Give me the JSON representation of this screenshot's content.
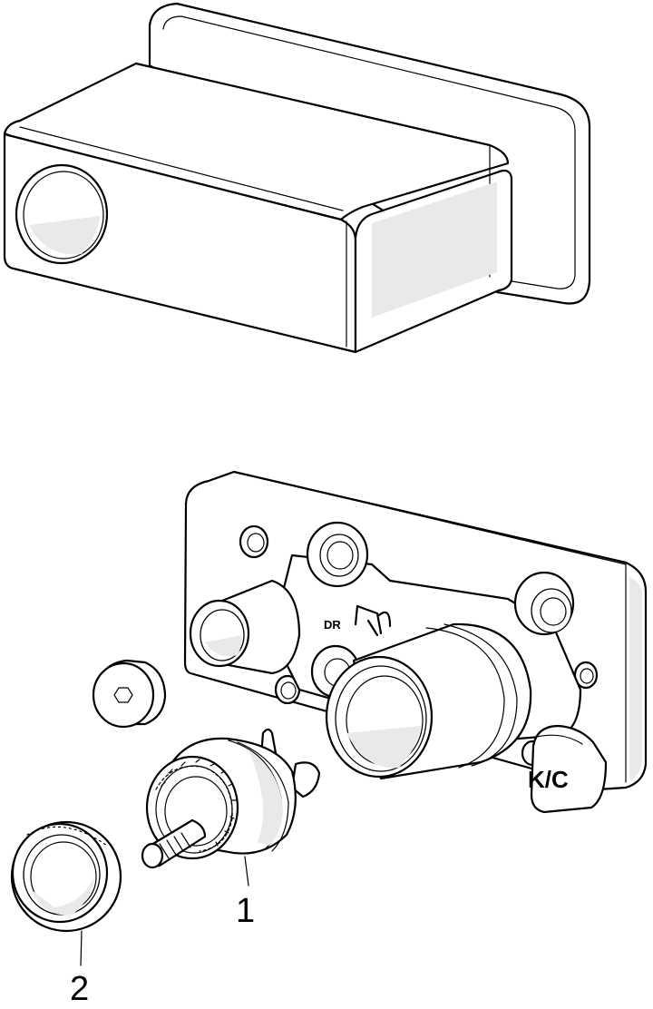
{
  "figure": {
    "callouts": [
      {
        "id": "1",
        "label": "1"
      },
      {
        "id": "2",
        "label": "2"
      }
    ],
    "markings": {
      "dr": "DR",
      "kc": "K/C"
    }
  }
}
